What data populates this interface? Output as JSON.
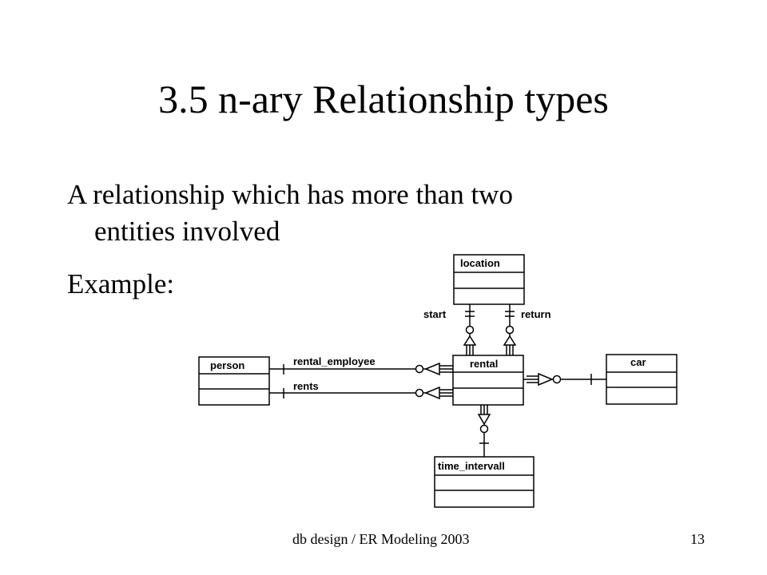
{
  "slide": {
    "title": "3.5 n-ary Relationship types",
    "line1": "A relationship which has more than two",
    "line2": "entities involved",
    "line3": "Example:",
    "footer_left": "db design / ER Modeling  2003",
    "footer_right": "13"
  },
  "diagram": {
    "entities": {
      "location": "location",
      "person": "person",
      "rental": "rental",
      "car": "car",
      "time_intervall": "time_intervall"
    },
    "relationships": {
      "start": "start",
      "return": "return",
      "rental_employee": "rental_employee",
      "rents": "rents"
    }
  }
}
